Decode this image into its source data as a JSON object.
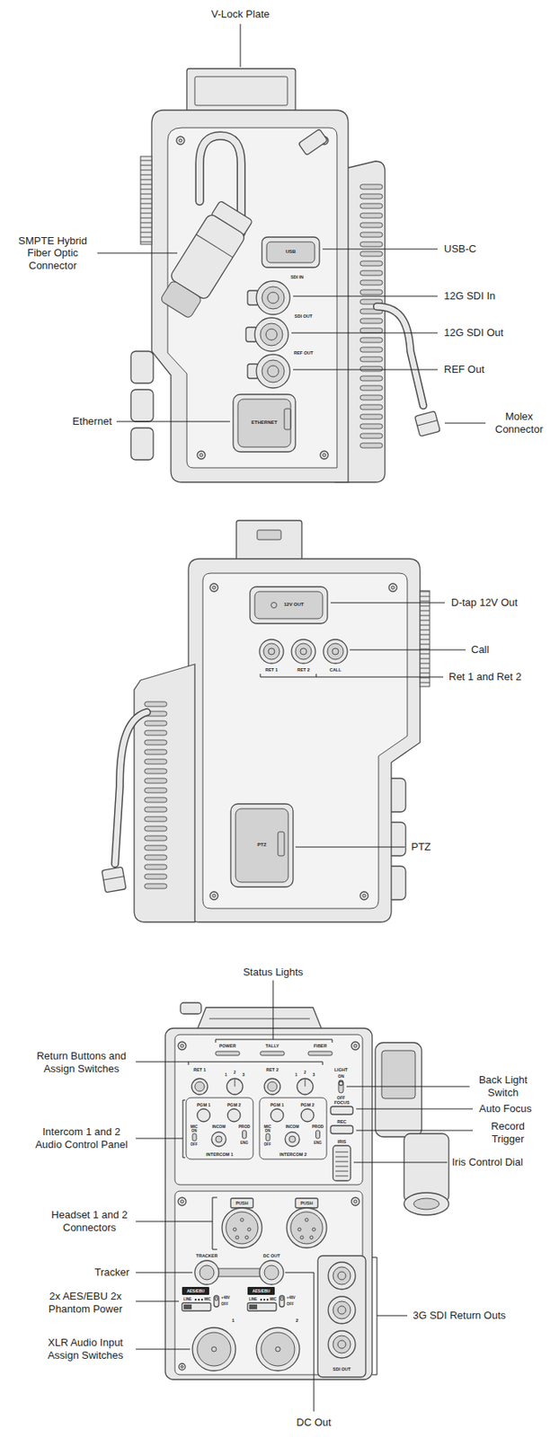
{
  "diagram": {
    "labels": [
      "V-Lock Plate",
      "SMPTE Hybrid Fiber Optic Connector",
      "USB-C",
      "12G SDI In",
      "12G SDI Out",
      "REF Out",
      "Ethernet",
      "Molex Connector",
      "USB",
      "SDI IN",
      "SDI OUT",
      "REF OUT",
      "ETHERNET",
      "12V OUT",
      "RET 1",
      "RET 2",
      "CALL",
      "PTZ",
      "D-tap 12V Out",
      "Call",
      "Ret 1 and Ret 2",
      "PTZ",
      "Status Lights",
      "POWER",
      "TALLY",
      "FIBER",
      "Return Buttons and Assign Switches",
      "RET 1",
      "1",
      "2",
      "3",
      "RET 2",
      "1",
      "2",
      "3",
      "LIGHT",
      "ON",
      "OFF",
      "FOCUS",
      "REC",
      "IRIS",
      "Back Light Switch",
      "Auto Focus",
      "Record Trigger",
      "Iris Control Dial",
      "Intercom 1 and 2 Audio Control Panel",
      "PGM 1",
      "PGM 2",
      "MIC",
      "ON",
      "INCOM",
      "PROD",
      "OFF",
      "ENG",
      "INTERCOM 1",
      "PGM 1",
      "PGM 2",
      "MIC",
      "ON",
      "INCOM",
      "PROD",
      "OFF",
      "ENG",
      "INTERCOM 2",
      "Headset 1 and 2 Connectors",
      "PUSH",
      "PUSH",
      "Tracker",
      "TRACKER",
      "DC OUT",
      "2x AES/EBU 2x Phantom Power",
      "AES/EBU",
      "LINE",
      "MIC",
      "+48V",
      "OFF",
      "AES/EBU",
      "LINE",
      "MIC",
      "+48V",
      "OFF",
      "XLR Audio Input Assign Switches",
      "1",
      "2",
      "3G SDI Return Outs",
      "SDI OUT",
      "DC Out"
    ]
  }
}
